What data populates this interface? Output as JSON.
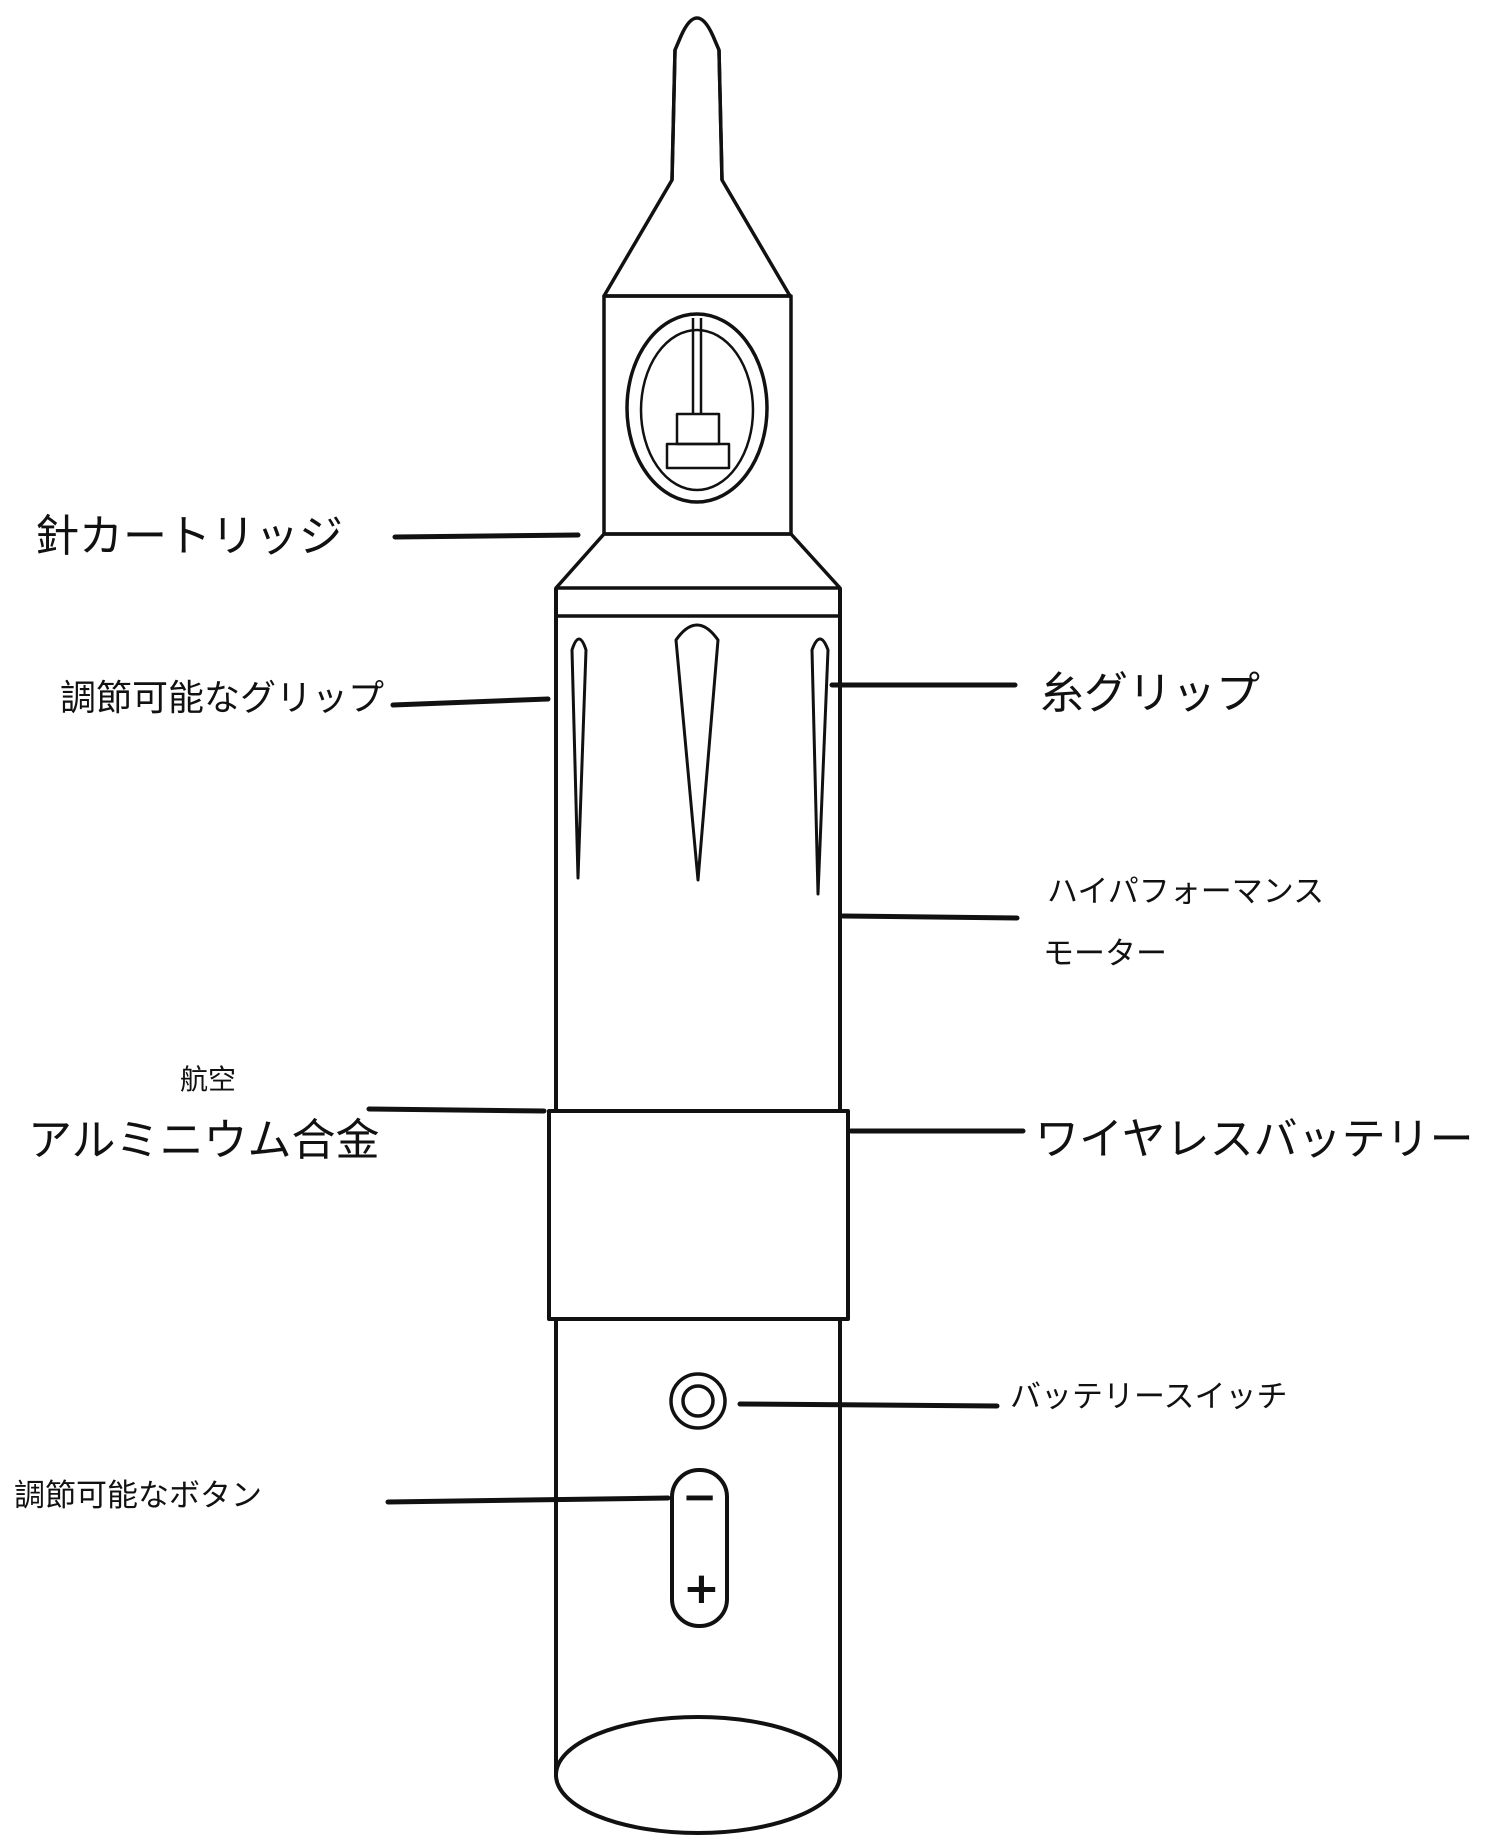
{
  "diagram": {
    "labels": {
      "needle_cartridge": "針カートリッジ",
      "adjustable_grip": "調節可能なグリップ",
      "thread_grip": "糸グリップ",
      "motor_line1": "ハイパフォーマンス",
      "motor_line2": "モーター",
      "alloy_line1": "航空",
      "alloy_line2": "アルミニウム合金",
      "wireless_battery": "ワイヤレスバッテリー",
      "battery_switch": "バッテリースイッチ",
      "adjust_button": "調節可能なボタン"
    },
    "button_symbols": {
      "minus": "−",
      "plus": "+"
    },
    "colors": {
      "stroke": "#111111",
      "background": "#ffffff"
    }
  }
}
